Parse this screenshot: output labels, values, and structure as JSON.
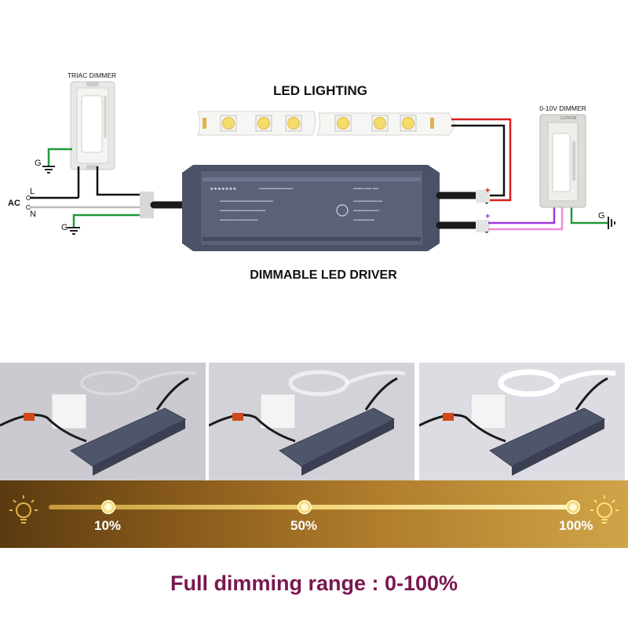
{
  "diagram": {
    "triac_dimmer_label": "TRIAC DIMMER",
    "led_lighting_label": "LED LIGHTING",
    "dimmer_010v_label": "0-10V DIMMER",
    "driver_label": "DIMMABLE LED DRIVER",
    "ac_label": "AC",
    "l_label": "L",
    "n_label": "N",
    "ground_left_top": "G",
    "ground_left_bottom": "G",
    "ground_right": "G",
    "plus_top": "+",
    "minus_top": "-",
    "plus_bottom": "+",
    "minus_bottom": "-",
    "dimmer_brand": "LUTRON",
    "wire_colors": {
      "red": "#d81e1e",
      "black": "#111111",
      "purple": "#9b39d8",
      "pink": "#ec8cd8",
      "green": "#1f9a3a",
      "gray": "#bbbbbb"
    }
  },
  "photos": [
    {
      "brightness": 0.1
    },
    {
      "brightness": 0.5
    },
    {
      "brightness": 1.0
    }
  ],
  "dimming_bar": {
    "levels": [
      {
        "label": "10%",
        "value": 10
      },
      {
        "label": "50%",
        "value": 50
      },
      {
        "label": "100%",
        "value": 100
      }
    ]
  },
  "headline": "Full dimming range : 0-100%",
  "icons": [
    "bulb-dim-icon",
    "bulb-bright-icon"
  ]
}
